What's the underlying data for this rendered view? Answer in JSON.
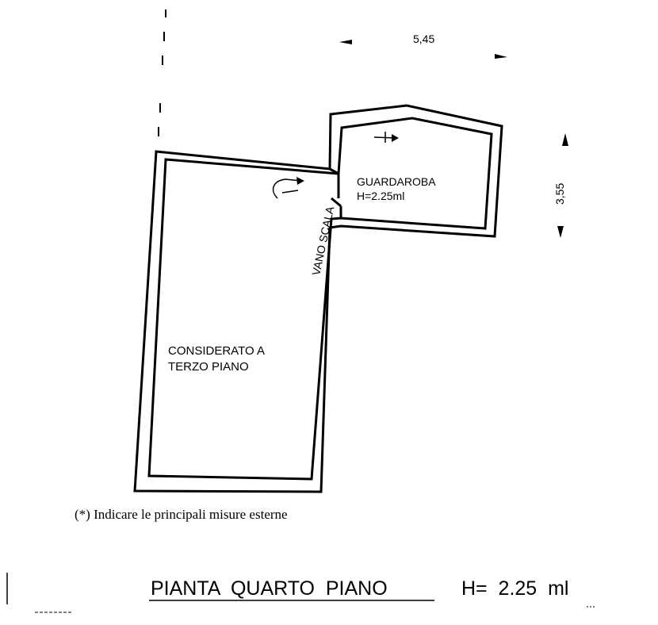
{
  "plan": {
    "dimension_width": "5,45",
    "dimension_height": "3,55",
    "room_guardaroba_name": "GUARDAROBA",
    "room_guardaroba_height": "H=2.25ml",
    "stair_label": "VANO SCALA",
    "room_main_line1": "CONSIDERATO A",
    "room_main_line2": "TERZO PIANO",
    "footnote": "(*) Indicare le principali misure esterne",
    "title": "PIANTA  QUARTO  PIANO",
    "title_height": "H=  2.25  ml"
  }
}
